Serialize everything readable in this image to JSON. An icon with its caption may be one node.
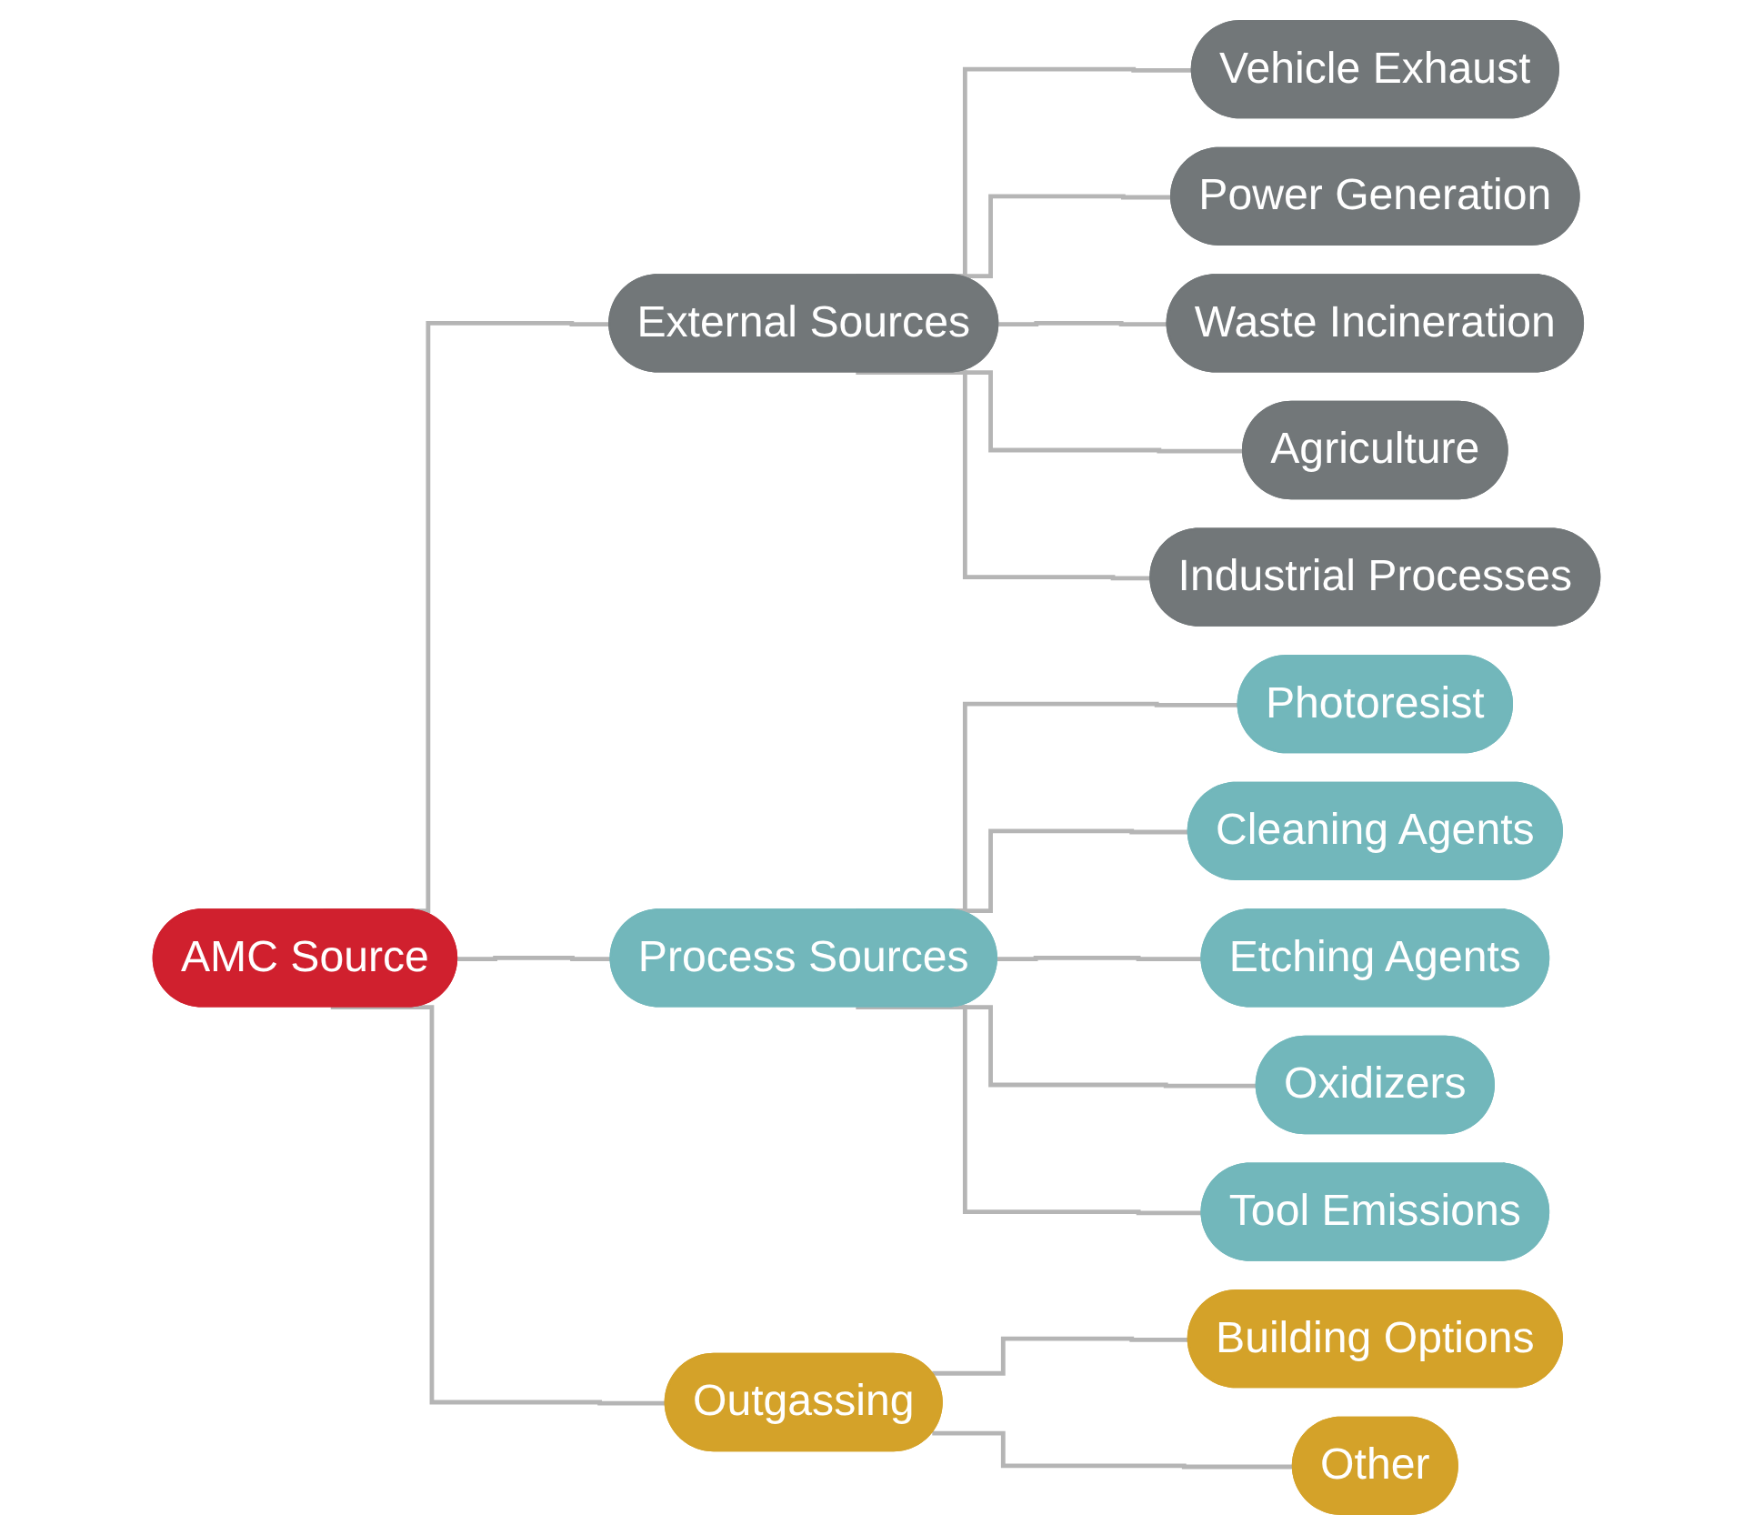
{
  "diagram": {
    "nodes": [
      {
        "text": [
          "AMC Source"
        ]
      },
      {
        "text": [
          "External Sources"
        ]
      },
      {
        "text": [
          "Process Sources"
        ]
      },
      {
        "text": [
          "Outgassing"
        ]
      },
      {
        "text": [
          "Vehicle Exhaust"
        ]
      },
      {
        "text": [
          "Power Generation"
        ]
      },
      {
        "text": [
          "Waste Incineration"
        ]
      },
      {
        "text": [
          "Agriculture"
        ]
      },
      {
        "text": [
          "Industrial Processes"
        ]
      },
      {
        "text": [
          "Photoresist"
        ]
      },
      {
        "text": [
          "Cleaning Agents"
        ]
      },
      {
        "text": [
          "Etching Agents"
        ]
      },
      {
        "text": [
          "Oxidizers"
        ]
      },
      {
        "text": [
          "Tool Emissions"
        ]
      },
      {
        "text": [
          "Building Options"
        ]
      },
      {
        "text": [
          "Other"
        ]
      }
    ],
    "edges": [
      {
        "from": 0,
        "to": 1,
        "arrow": "none"
      },
      {
        "from": 0,
        "to": 2,
        "arrow": "none"
      },
      {
        "from": 0,
        "to": 3,
        "arrow": "none"
      },
      {
        "from": 1,
        "to": 4,
        "arrow": "none"
      },
      {
        "from": 1,
        "to": 5,
        "arrow": "none"
      },
      {
        "from": 1,
        "to": 6,
        "arrow": "none"
      },
      {
        "from": 1,
        "to": 7,
        "arrow": "none"
      },
      {
        "from": 1,
        "to": 8,
        "arrow": "none"
      },
      {
        "from": 2,
        "to": 9,
        "arrow": "none"
      },
      {
        "from": 2,
        "to": 10,
        "arrow": "none"
      },
      {
        "from": 2,
        "to": 11,
        "arrow": "none"
      },
      {
        "from": 2,
        "to": 12,
        "arrow": "none"
      },
      {
        "from": 2,
        "to": 13,
        "arrow": "none"
      },
      {
        "from": 3,
        "to": 14,
        "arrow": "none"
      },
      {
        "from": 3,
        "to": 15,
        "arrow": "none"
      }
    ]
  }
}
